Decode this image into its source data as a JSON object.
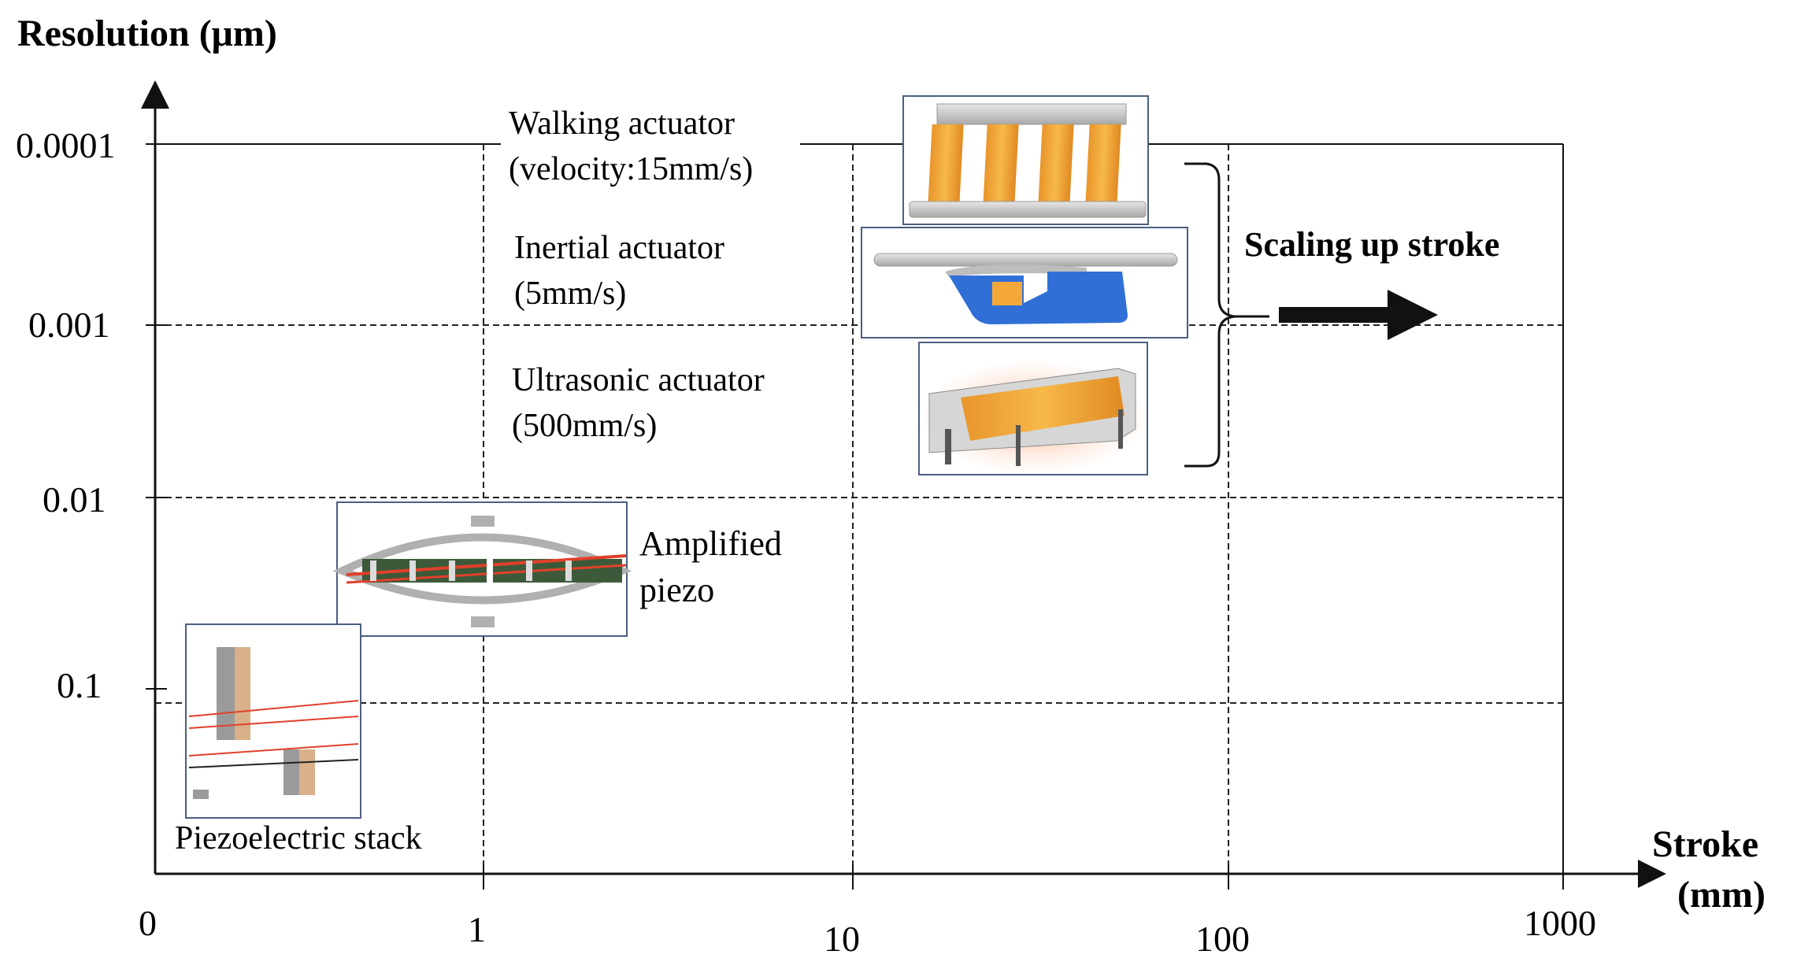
{
  "chart_data": {
    "type": "diagram",
    "y_axis_title": "Resolution (μm)",
    "x_axis_title_line1": "Stroke",
    "x_axis_title_line2": "(mm)",
    "x_ticks": [
      "0",
      "1",
      "10",
      "100",
      "1000"
    ],
    "y_ticks": [
      "0.0001",
      "0.001",
      "0.01",
      "0.1"
    ],
    "grid": "dashed",
    "devices": [
      {
        "label_line1": "Walking actuator",
        "label_line2": "(velocity:15mm/s)",
        "icon": "walking-actuator-icon"
      },
      {
        "label_line1": "Inertial actuator",
        "label_line2": "(5mm/s)",
        "icon": "inertial-actuator-icon"
      },
      {
        "label_line1": "Ultrasonic actuator",
        "label_line2": "(500mm/s)",
        "icon": "ultrasonic-actuator-icon"
      },
      {
        "label_line1": "Amplified",
        "label_line2": "piezo",
        "icon": "amplified-piezo-icon"
      },
      {
        "label_line1": "Piezoelectric stack",
        "label_line2": "",
        "icon": "piezo-stack-icon"
      }
    ],
    "annotation": "Scaling up stroke"
  },
  "colors": {
    "axis": "#111111",
    "grid": "#222222",
    "orange": "#f4a83a",
    "blue": "#2f6fd6",
    "grey": "#c9c9c9",
    "red": "#e0402a",
    "frame": "#4a5f80"
  }
}
